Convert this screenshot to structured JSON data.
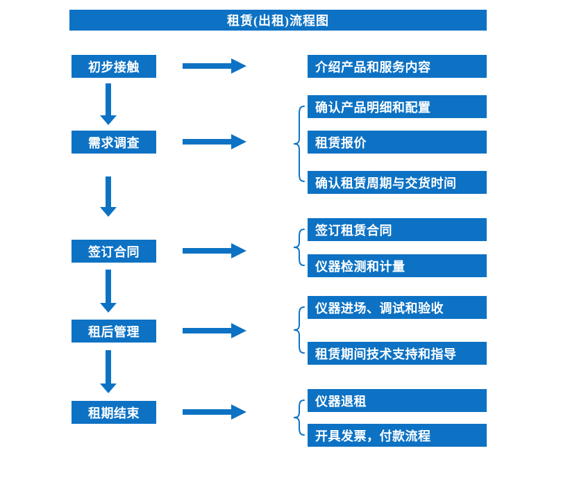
{
  "title": "租赁(出租)流程图",
  "colors": {
    "primary": "#0D72C4"
  },
  "steps": [
    {
      "label": "初步接触",
      "details": [
        "介绍产品和服务内容"
      ]
    },
    {
      "label": "需求调查",
      "details": [
        "确认产品明细和配置",
        "租赁报价",
        "确认租赁周期与交货时间"
      ]
    },
    {
      "label": "签订合同",
      "details": [
        "签订租赁合同",
        "仪器检测和计量"
      ]
    },
    {
      "label": "租后管理",
      "details": [
        "仪器进场、调试和验收",
        "租赁期间技术支持和指导"
      ]
    },
    {
      "label": "租期结束",
      "details": [
        "仪器退租",
        "开具发票，付款流程"
      ]
    }
  ]
}
